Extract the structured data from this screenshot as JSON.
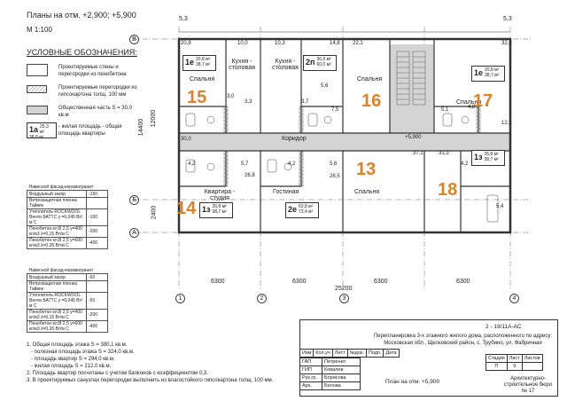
{
  "plan_title": "Планы на отм. +2,900; +5,900",
  "scale": "М 1:100",
  "legend": {
    "heading": "УСЛОВНЫЕ ОБОЗНАЧЕНИЯ:",
    "walls": "Проектируемые стены и перегородки из пенобетона",
    "partitions": "Проектируемые перегородки из гипсокартона толщ. 100 мм",
    "common_part": "Общественная часть S = 30,0 кв.м",
    "area_example_num": "1а",
    "area_example_living": "25,3 м²",
    "area_example_total": "38,8 м²",
    "area_example_desc": "- жилая площадь - общая площадь квартиры"
  },
  "colors": {
    "apartment_number": "#d9822b",
    "common_fill": "#d4d4d4",
    "wall_fill": "#ffffff",
    "line": "#333333"
  },
  "axes_columns": [
    "1",
    "2",
    "3",
    "4"
  ],
  "axes_rows": [
    "В",
    "Б",
    "А"
  ],
  "apartment_numbers": [
    "15",
    "16",
    "17",
    "13",
    "14",
    "18"
  ],
  "rooms": {
    "bedroom": "Спальня",
    "kitchen_dining": "Кухня - столовая",
    "corridor": "Коридор",
    "living_room": "Гостиная",
    "kitchen_studio": "Квартира - студия",
    "level_mark": "+5,900"
  },
  "area_boxes": [
    {
      "n": "1е",
      "living": "20,8 м²",
      "total": "38,7 м²"
    },
    {
      "n": "2п",
      "living": "36,9 м²",
      "total": "60,0 м²"
    },
    {
      "n": "1е",
      "living": "20,8 м²",
      "total": "38,7 м²"
    },
    {
      "n": "1з",
      "living": "26,8 м²",
      "total": "38,7 м²"
    },
    {
      "n": "2е",
      "living": "63,8 м²",
      "total": "73,4 м²"
    },
    {
      "n": "1з",
      "living": "26,8 м²",
      "total": "38,7 м²"
    }
  ],
  "room_areas": [
    "20,8",
    "10,0",
    "10,3",
    "14,8",
    "22,1",
    "32,8",
    "3,0",
    "3,3",
    "5,6",
    "3,7",
    "7,5",
    "5,1",
    "4,8",
    "30,0",
    "4,2",
    "5,7",
    "26,8",
    "4,2",
    "5,6",
    "26,5",
    "37,1",
    "31,3",
    "4,2",
    "5,4",
    "12,5"
  ],
  "dimensions_top": [
    "5,3",
    "5,3"
  ],
  "dimensions_bottom": [
    "6300",
    "6300",
    "6300",
    "6300",
    "25200"
  ],
  "dimension_left": [
    "14400",
    "12000",
    "2400"
  ],
  "facade_tables": [
    {
      "title": "Навесной фасад-керамогранит",
      "rows": [
        [
          "Воздушный зазор",
          "-150"
        ],
        [
          "Ветрозащитная пленка Тайвек",
          ""
        ],
        [
          "Утеплитель ROCKWOOL Венти БАТТС у =0,045 Вт/м С",
          "-100"
        ],
        [
          "Пенобетон кл.В 2,5 у=400 кг/м3 λ=0,15 Вт/м С",
          "-200"
        ],
        [
          "Пенобетон кл.В 2,5 у=600 кг/м3 λ=0,26 Вт/м С",
          "-400"
        ]
      ]
    },
    {
      "title": "Навесной фасад-керамогранит",
      "rows": [
        [
          "Воздушный зазор",
          "-60"
        ],
        [
          "Ветрозащитная пленка Тайвек",
          ""
        ],
        [
          "Утеплитель ROCKWOOL Венти БАТТС у =0,045 Вт/м С",
          "-50"
        ],
        [
          "Пенобетон кл.В 2,5 у=400 кг/м3 λ=0,15 Вт/м С",
          "-200"
        ],
        [
          "Пенобетон кл.В 2,5 у=600 кг/м3 λ=0,26 Вт/м С",
          "-400"
        ]
      ]
    }
  ],
  "notes": [
    "1. Общая площадь этажа S = 380,1 кв.м.",
    "   - полезная площадь этажа S = 324,0 кв.м.",
    "   - площадь квартир S = 294,0 кв.м.",
    "   - жилая площадь S = 212,0 кв.м.",
    "2. Площадь квартир посчитаны с учетом балконов с коэффициентом 0,3.",
    "3. В проектируемых санузлах перегородки выполнить из влагостойкого гипсокартона толщ. 100 мм."
  ],
  "title_block": {
    "code": "2 - 19/11А-АС",
    "project": "Перепланировка 3-х этажного жилого дома, расположенного по адресу: Московская обл., Щелковский район, с. Трубино, ул. Фабричная",
    "head_cols": [
      "Изм",
      "Кол.уч",
      "Лист",
      "№док.",
      "Подп.",
      "Дата"
    ],
    "people": [
      [
        "ГАП",
        "Петренко"
      ],
      [
        "ГИП",
        "Ковалев"
      ],
      [
        "Рук.гр.",
        "Борисова"
      ],
      [
        "Арх.",
        "Белова"
      ]
    ],
    "sheet_title": "План на отм. +5,900",
    "stage_label": "Стадия",
    "sheet_label": "Лист",
    "sheets_label": "Листов",
    "stage": "П",
    "sheet": "9",
    "sheets": "",
    "org": "Архитектурно-строительное бюро № 17"
  }
}
